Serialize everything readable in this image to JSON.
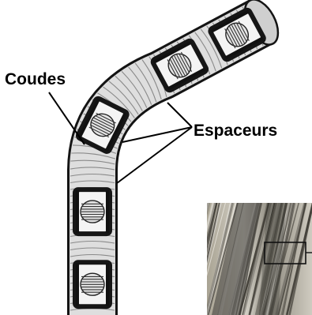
{
  "labels": {
    "elbows": "Coudes",
    "spacers": "Espaceurs"
  },
  "colors": {
    "tube_fill": "#dedede",
    "tube_outline": "#141414",
    "rib_line": "#8a8a8a",
    "window_frame": "#161616",
    "window_inner": "#f4f4f4",
    "photo_base": "#b9b6ab",
    "photo_dark": "#3a3934"
  },
  "image_inset": {
    "description_icon": "micrograph-photo"
  }
}
